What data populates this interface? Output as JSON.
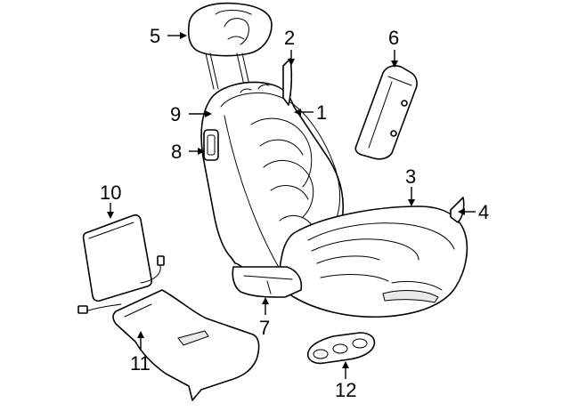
{
  "callouts": [
    {
      "id": "1",
      "label": "1"
    },
    {
      "id": "2",
      "label": "2"
    },
    {
      "id": "3",
      "label": "3"
    },
    {
      "id": "4",
      "label": "4"
    },
    {
      "id": "5",
      "label": "5"
    },
    {
      "id": "6",
      "label": "6"
    },
    {
      "id": "7",
      "label": "7"
    },
    {
      "id": "8",
      "label": "8"
    },
    {
      "id": "9",
      "label": "9"
    },
    {
      "id": "10",
      "label": "10"
    },
    {
      "id": "11",
      "label": "11"
    },
    {
      "id": "12",
      "label": "12"
    }
  ],
  "colors": {
    "line": "#000000",
    "background": "#ffffff",
    "shade": "#e9e9e9"
  }
}
